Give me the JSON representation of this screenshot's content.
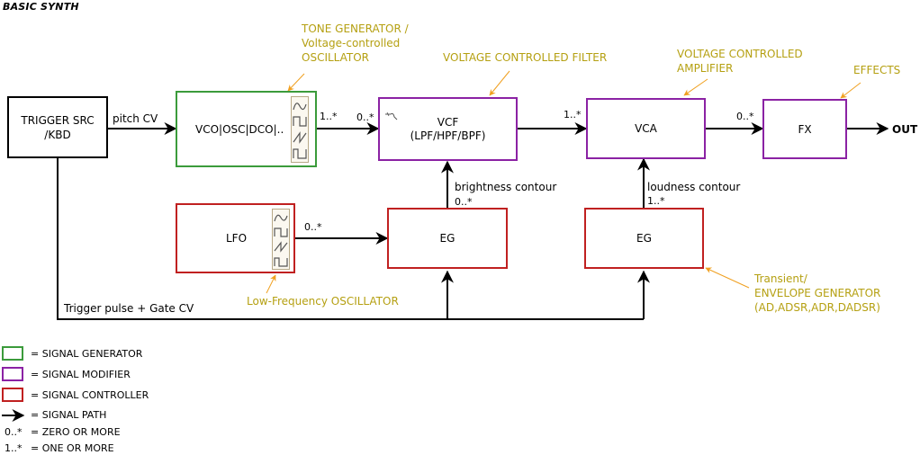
{
  "title": "BASIC SYNTH",
  "blocks": {
    "trigger": "TRIGGER SRC\n/KBD",
    "vco": "VCO|OSC|DCO|..",
    "vcf": "VCF\n(LPF/HPF/BPF)",
    "vca": "VCA",
    "fx": "FX",
    "lfo": "LFO",
    "eg1": "EG",
    "eg2": "EG",
    "out": "OUT"
  },
  "edges": {
    "pitch_cv": "pitch CV",
    "vco_vcf_src": "1..*",
    "vco_vcf_dst": "0..*",
    "vcf_vca": "1..*",
    "vca_fx": "0..*",
    "lfo_eg": "0..*",
    "brightness": "brightness contour",
    "brightness_mult": "0..*",
    "loudness": "loudness contour",
    "loudness_mult": "1..*",
    "trigger_gate": "Trigger pulse + Gate CV"
  },
  "annotations": {
    "tone_gen": "TONE GENERATOR /\nVoltage-controlled\nOSCILLATOR",
    "vcf": "VOLTAGE CONTROLLED FILTER",
    "vca": "VOLTAGE CONTROLLED\nAMPLIFIER",
    "effects": "EFFECTS",
    "lfo": "Low-Frequency OSCILLATOR",
    "eg": "Transient/\nENVELOPE GENERATOR\n(AD,ADSR,ADR,DADSR)"
  },
  "legend": {
    "generator": "= SIGNAL GENERATOR",
    "modifier": "= SIGNAL MODIFIER",
    "controller": "= SIGNAL CONTROLLER",
    "path": "= SIGNAL PATH",
    "zero_more_sym": "0..*",
    "zero_more": "= ZERO OR MORE",
    "one_more_sym": "1..*",
    "one_more": "= ONE OR MORE"
  },
  "colors": {
    "generator": "#3b9b3b",
    "modifier": "#8b22a4",
    "controller": "#c02020",
    "annotation": "#b5a012",
    "annotation_arrow": "#f0a020"
  }
}
